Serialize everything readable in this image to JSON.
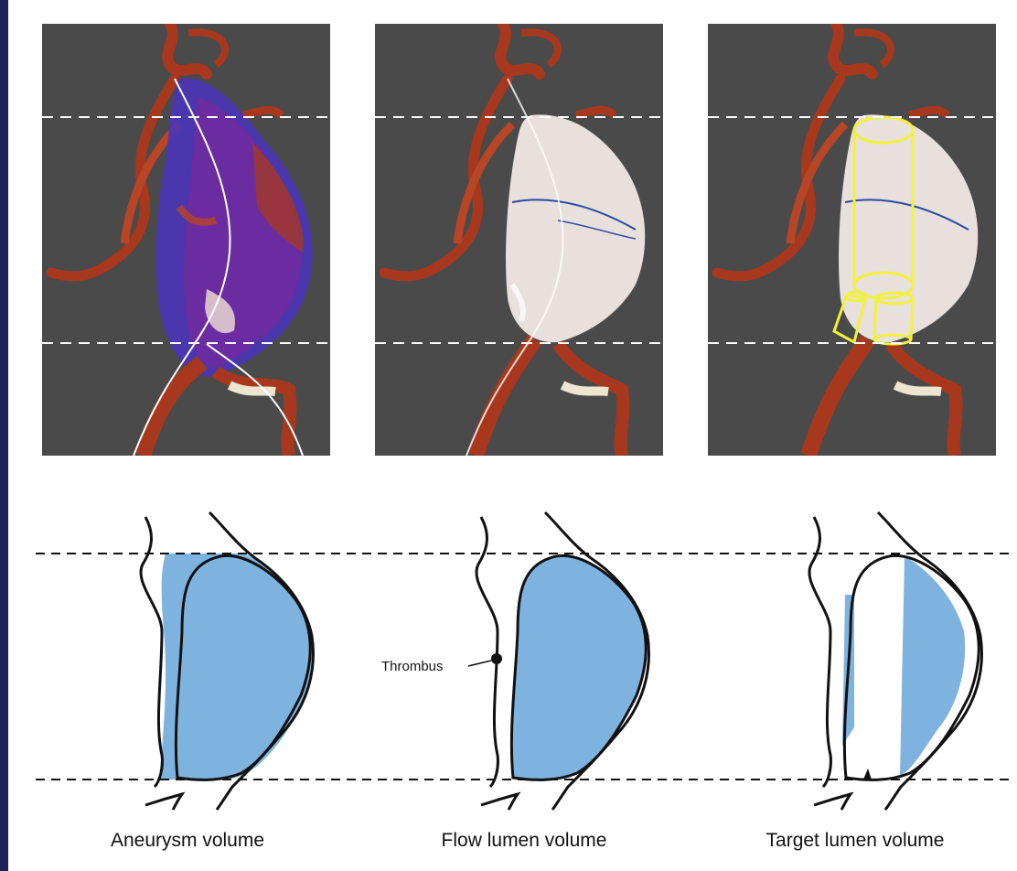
{
  "figure": {
    "captions": [
      "Aneurysm volume",
      "Flow lumen volume",
      "Target lumen volume"
    ],
    "annotation_thrombus": "Thrombus"
  },
  "colors": {
    "frame": "#1b2452",
    "render_background": "#4a4a4a",
    "vessel": "#a8381d",
    "calcification": "#efe6d2",
    "aneurysm_overlay": "#4a35b8",
    "flow_lumen_overlay": "#e8e0dc",
    "target_cylinders": "#f2f23c",
    "schematic_fill": "#7fb3df",
    "guide_lines": "#ffffff"
  }
}
